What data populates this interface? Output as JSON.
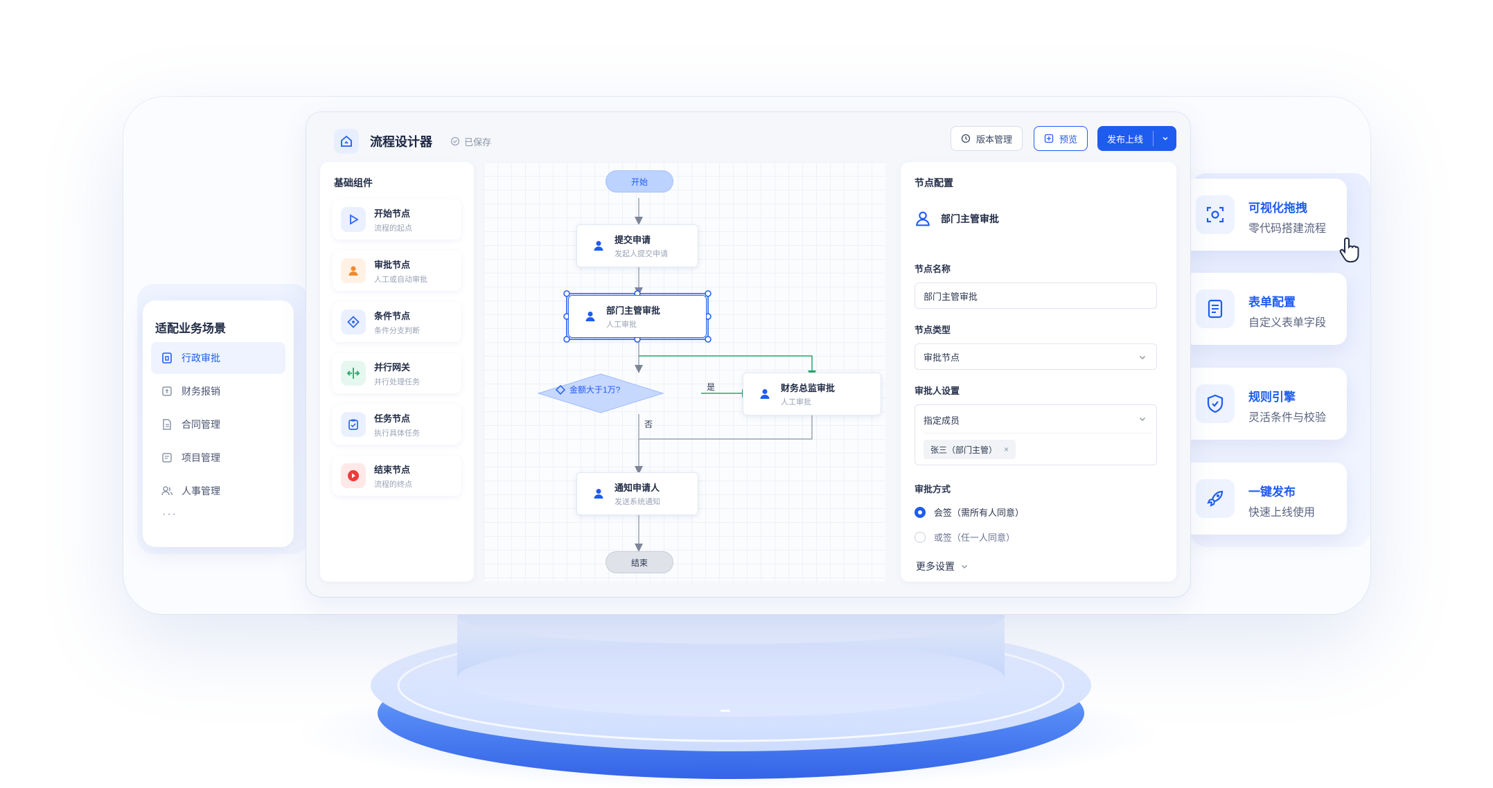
{
  "app": {
    "title": "流程设计器",
    "saved_status": "已保存",
    "version_btn": "版本管理",
    "preview_btn": "预览",
    "publish_btn": "发布上线"
  },
  "components": {
    "title": "基础组件",
    "items": [
      {
        "name": "开始节点",
        "desc": "流程的起点",
        "icon": "play-icon",
        "color": "#2f64f0",
        "bg": "#eaf0ff"
      },
      {
        "name": "审批节点",
        "desc": "人工或自动审批",
        "icon": "person-icon",
        "color": "#f08a2f",
        "bg": "#fff1e4"
      },
      {
        "name": "条件节点",
        "desc": "条件分支判断",
        "icon": "diamond-icon",
        "color": "#2f64f0",
        "bg": "#eaf0ff"
      },
      {
        "name": "并行网关",
        "desc": "并行处理任务",
        "icon": "split-arrows-icon",
        "color": "#22a86b",
        "bg": "#e6f7ef"
      },
      {
        "name": "任务节点",
        "desc": "执行具体任务",
        "icon": "clipboard-icon",
        "color": "#2f64f0",
        "bg": "#eaf0ff"
      },
      {
        "name": "结束节点",
        "desc": "流程的终点",
        "icon": "stop-icon",
        "color": "#ee3b3b",
        "bg": "#ffe8e8"
      }
    ]
  },
  "flow": {
    "start": "开始",
    "submit": {
      "name": "提交申请",
      "desc": "发起人提交申请"
    },
    "dept": {
      "name": "部门主管审批",
      "desc": "人工审批"
    },
    "condition": "金额大于1万?",
    "yes": "是",
    "no": "否",
    "finance": {
      "name": "财务总监审批",
      "desc": "人工审批"
    },
    "notify": {
      "name": "通知申请人",
      "desc": "发送系统通知"
    },
    "end": "结束"
  },
  "config": {
    "title": "节点配置",
    "node_title": "部门主管审批",
    "name_label": "节点名称",
    "name_value": "部门主管审批",
    "type_label": "节点类型",
    "type_value": "审批节点",
    "approver_label": "审批人设置",
    "approver_value": "指定成员",
    "approver_tag": "张三（部门主管）",
    "method_label": "审批方式",
    "method_options": [
      "会签（需所有人同意）",
      "或签（任一人同意）"
    ],
    "method_selected": "会签（需所有人同意）",
    "more": "更多设置"
  },
  "scenes": {
    "title": "适配业务场景",
    "items": [
      "行政审批",
      "财务报销",
      "合同管理",
      "项目管理",
      "人事管理"
    ],
    "more": "···",
    "active": "行政审批"
  },
  "features": [
    {
      "title": "可视化拖拽",
      "desc": "零代码搭建流程",
      "icon": "scan-icon"
    },
    {
      "title": "表单配置",
      "desc": "自定义表单字段",
      "icon": "document-icon"
    },
    {
      "title": "规则引擎",
      "desc": "灵活条件与校验",
      "icon": "shield-icon"
    },
    {
      "title": "一键发布",
      "desc": "快速上线使用",
      "icon": "rocket-icon"
    }
  ],
  "colors": {
    "accent": "#1e5cf0",
    "success": "#22a86b",
    "danger": "#ee3b3b",
    "warning": "#f08a2f"
  }
}
